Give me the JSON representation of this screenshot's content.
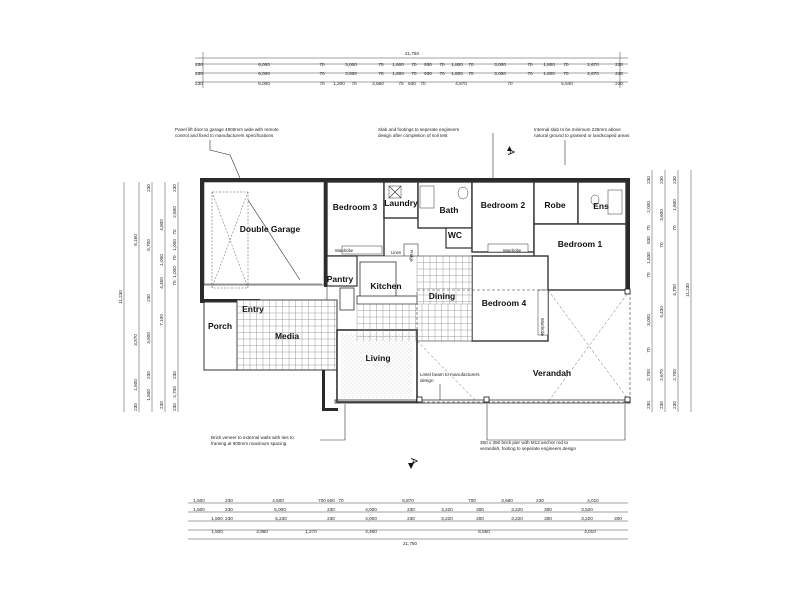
{
  "dims_top": {
    "overall": "21,750",
    "row1": [
      "230",
      "6,000",
      "70",
      "3,000",
      "70",
      "1,600",
      "70",
      "930",
      "70",
      "1,800",
      "70",
      "3,000",
      "70",
      "1,800",
      "70",
      "2,670",
      "230"
    ],
    "row2": [
      "230",
      "6,000",
      "70",
      "3,000",
      "70",
      "1,600",
      "70",
      "930",
      "70",
      "1,800",
      "70",
      "3,000",
      "70",
      "1,800",
      "70",
      "2,670",
      "230"
    ],
    "row3": [
      "230",
      "6,000",
      "70",
      "1,200",
      "70",
      "2,660",
      "70",
      "630",
      "70",
      "4,870",
      "70",
      "5,540",
      "230"
    ]
  },
  "dims_bottom": {
    "row1": [
      "1,500",
      "230",
      "4,500",
      "700",
      "600",
      "70",
      "6,870",
      "700",
      "3,680",
      "230",
      "4,010"
    ],
    "row2": [
      "1,500",
      "230",
      "5,000",
      "230",
      "4,000",
      "230",
      "3,220",
      "300",
      "3,220",
      "300",
      "3,520"
    ],
    "row3": [
      "1,500",
      "230",
      "5,230",
      "230",
      "4,000",
      "230",
      "3,220",
      "300",
      "3,220",
      "300",
      "3,220",
      "300"
    ],
    "row4": [
      "1,500",
      "3,960",
      "1,270",
      "4,460",
      "6,550",
      "4,010"
    ],
    "overall": "21,750"
  },
  "dims_left": {
    "outer": [
      "11,230"
    ],
    "col1": [
      "6,160",
      "3,570",
      "1,500",
      "230"
    ],
    "col2": [
      "230",
      "5,700",
      "230",
      "3,500",
      "230",
      "1,500"
    ],
    "col3": [
      "4,800",
      "7,100",
      "1,000",
      "4,450",
      "230"
    ],
    "col4": [
      "230",
      "2,600",
      "70",
      "1,000",
      "70",
      "1,000",
      "70",
      "230",
      "2,700",
      "230"
    ]
  },
  "dims_right": {
    "outer": [
      "11,230"
    ],
    "col1": [
      "230",
      "2,000",
      "70",
      "830",
      "1,830",
      "70",
      "3,000",
      "70",
      "2,700",
      "230"
    ],
    "col2": [
      "230",
      "3,600",
      "70",
      "4,430",
      "2,670",
      "230"
    ],
    "col3": [
      "230",
      "1,600",
      "70",
      "4,700",
      "2,700",
      "230"
    ]
  },
  "rooms": {
    "double_garage": "Double Garage",
    "bedroom3": "Bedroom 3",
    "laundry": "Laundry",
    "bath": "Bath",
    "bedroom2": "Bedroom 2",
    "robe": "Robe",
    "ens": "Ens",
    "bedroom1": "Bedroom 1",
    "wc": "WC",
    "pantry": "Pantry",
    "kitchen": "Kitchen",
    "dining": "Dining",
    "bedroom4": "Bedroom 4",
    "entry": "Entry",
    "porch": "Porch",
    "media": "Media",
    "living": "Living",
    "verandah": "Verandah"
  },
  "small_labels": {
    "wardrobe1": "Wardrobe",
    "wardrobe2": "Wardrobe",
    "wardrobe3": "Wardrobe",
    "linen": "Linen",
    "fridge": "Fridge"
  },
  "notes": {
    "garage_door": [
      "Panel lift door to garage 4800mm wide with remote",
      "control and fixed to manufacturers specifications"
    ],
    "slab": [
      "Slab and footings to seperate engineers",
      "design after completion of soil test"
    ],
    "internal_slab": [
      "Internal slab to be minimum 225mm above",
      "natural ground to grassed or landscaped areas"
    ],
    "lintel": [
      "Lintel beam to manufacturers",
      "design"
    ],
    "brick_veneer": [
      "Brick veneer to external walls with ties to",
      "framing at 600mm maximum spacing"
    ],
    "brick_pier": [
      "350 x 350 brick pier with M12 anchor rod to",
      "verandah, footing to seperate engineers design"
    ]
  },
  "section_marks": {
    "top": "A",
    "bottom": "A"
  }
}
